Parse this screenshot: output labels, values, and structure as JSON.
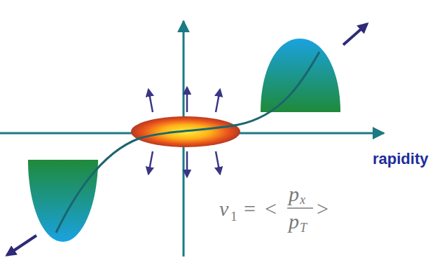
{
  "diagram": {
    "labels": [
      "rapidity",
      "v",
      "1",
      "=",
      "<",
      "p",
      "x",
      "p",
      "T",
      ">"
    ]
  }
}
